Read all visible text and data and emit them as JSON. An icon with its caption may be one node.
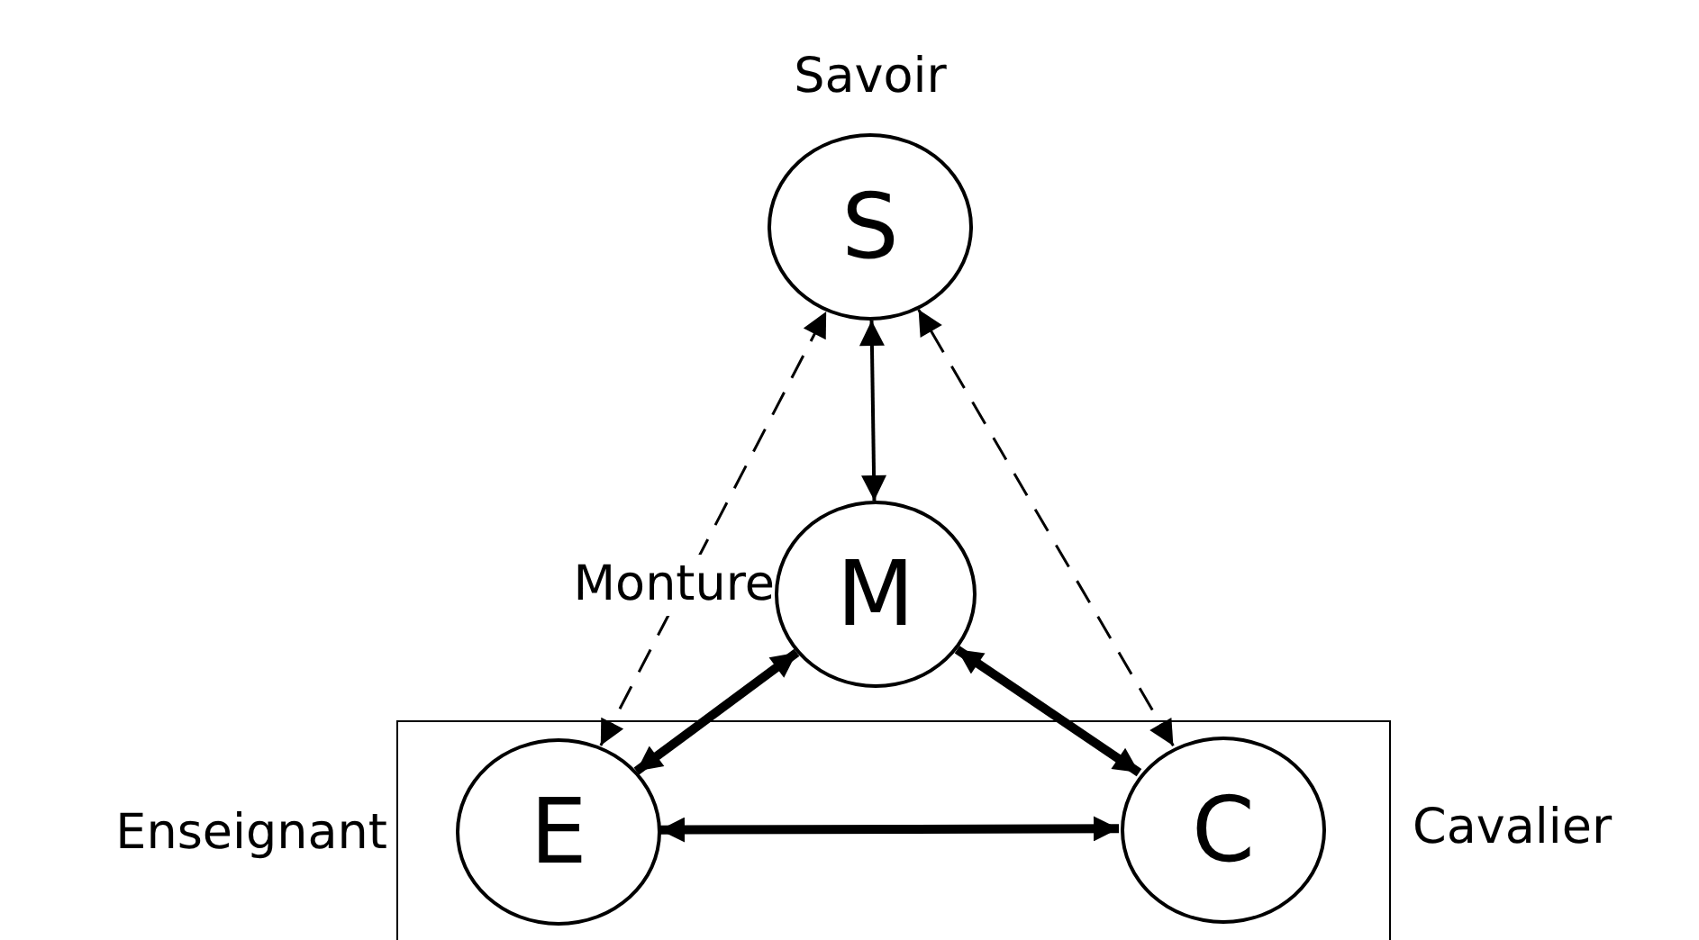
{
  "diagram": {
    "nodes": [
      {
        "text": [
          "S"
        ],
        "beside": [
          "Savoir"
        ]
      },
      {
        "text": [
          "M"
        ],
        "beside": [
          "Monture"
        ]
      },
      {
        "text": [],
        "shape": "box"
      },
      {
        "text": [
          "E"
        ],
        "in": 2,
        "beside": [
          "Enseignant"
        ]
      },
      {
        "text": [
          "C"
        ],
        "in": 2,
        "beside": [
          "Cavalier"
        ]
      }
    ],
    "edges": [
      {
        "from": 0,
        "to": 1,
        "arrow": "both"
      },
      {
        "from": 1,
        "to": 3,
        "arrow": "both",
        "style": "thick"
      },
      {
        "from": 1,
        "to": 4,
        "arrow": "both",
        "style": "thick"
      },
      {
        "from": 3,
        "to": 4,
        "arrow": "both",
        "style": "thick"
      },
      {
        "from": 3,
        "to": 0,
        "arrow": "both",
        "style": "dashed"
      },
      {
        "from": 4,
        "to": 0,
        "arrow": "both",
        "style": "dashed"
      }
    ]
  }
}
